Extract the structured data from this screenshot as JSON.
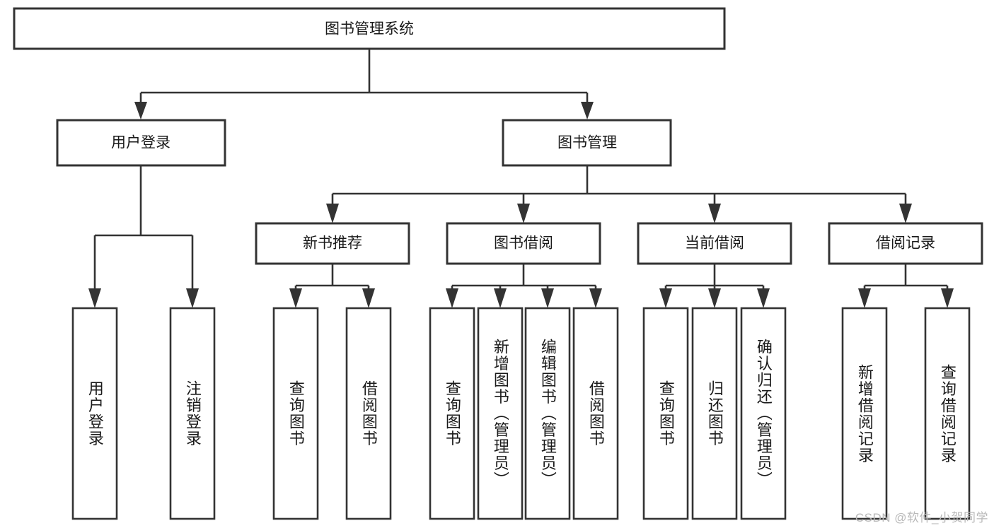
{
  "diagram": {
    "title": "图书管理系统",
    "watermark": "CSDN @软件_小贺同学",
    "accent_color": "#333333",
    "box_fill": "#ffffff",
    "text_color": "#1a1a1a",
    "levels": {
      "root": {
        "label": "图书管理系统"
      },
      "level2": [
        {
          "label": "用户登录"
        },
        {
          "label": "图书管理"
        }
      ],
      "level3": [
        {
          "label": "新书推荐"
        },
        {
          "label": "图书借阅"
        },
        {
          "label": "当前借阅"
        },
        {
          "label": "借阅记录"
        }
      ],
      "level4": {
        "user_login": [
          {
            "label": "用户登录"
          },
          {
            "label": "注销登录"
          }
        ],
        "new_book_recommend": [
          {
            "label": "查询图书"
          },
          {
            "label": "借阅图书"
          }
        ],
        "book_borrow": [
          {
            "label": "查询图书"
          },
          {
            "label": "新增图书（管理员）"
          },
          {
            "label": "编辑图书（管理员）"
          },
          {
            "label": "借阅图书"
          }
        ],
        "current_borrow": [
          {
            "label": "查询图书"
          },
          {
            "label": "归还图书"
          },
          {
            "label": "确认归还（管理员）"
          }
        ],
        "borrow_record": [
          {
            "label": "新增借阅记录"
          },
          {
            "label": "查询借阅记录"
          }
        ]
      }
    }
  }
}
